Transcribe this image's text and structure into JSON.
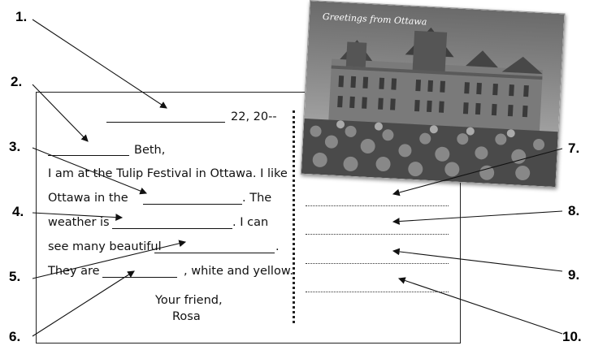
{
  "numbers": [
    "1.",
    "2.",
    "3.",
    "4.",
    "5.",
    "6.",
    "7.",
    "8.",
    "9.",
    "10."
  ],
  "photo": {
    "caption": "Greetings from Ottawa"
  },
  "letter": {
    "date": "22, 20--",
    "greeting_name": "Beth,",
    "line1": "I am at the Tulip Festival in Ottawa. I like",
    "line2_a": "Ottawa in the",
    "line2_b": ". The",
    "line3_a": "weather is",
    "line3_b": ". I can",
    "line4_a": "see many beautiful",
    "line4_b": ".",
    "line5_a": "They are",
    "line5_b": ", white and yellow.",
    "closing": "Your friend,",
    "signature": "Rosa"
  }
}
